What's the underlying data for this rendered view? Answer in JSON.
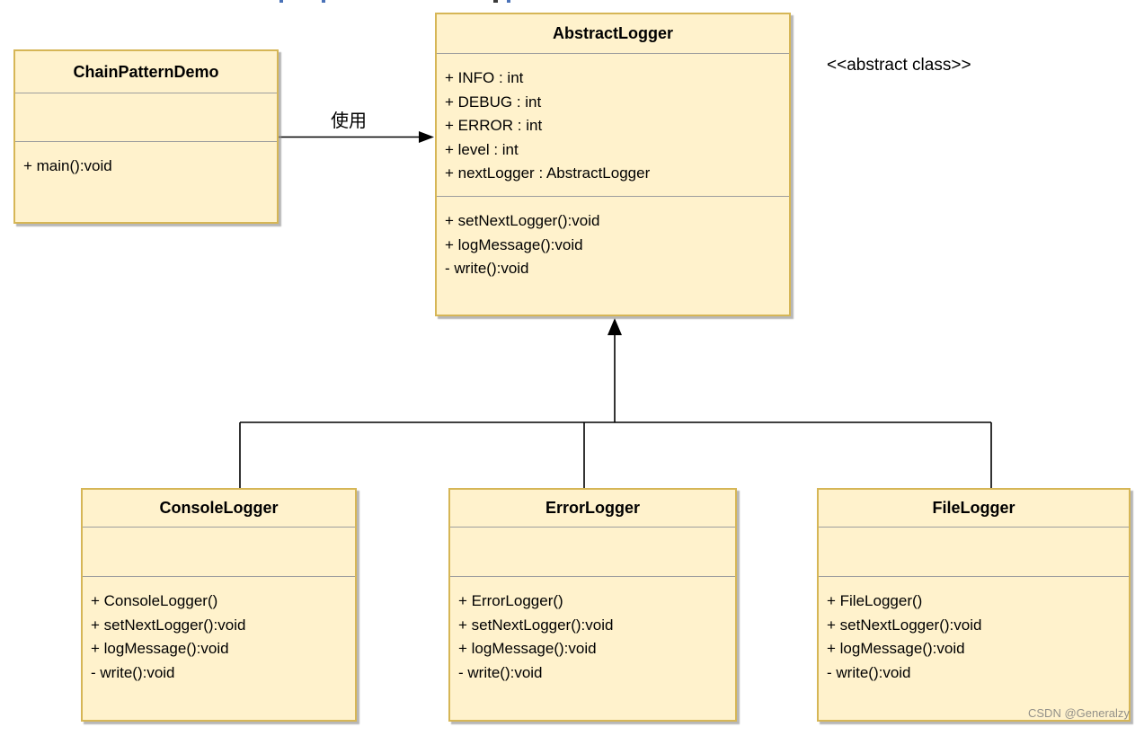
{
  "diagram": {
    "stereotype_note": "<<abstract class>>",
    "use_label": "使用",
    "watermark": "CSDN @Generalzy",
    "colors": {
      "box_fill": "#FFF2CC",
      "box_border": "#D6B656",
      "compartment_divider": "#9e9e9e",
      "connector_line": "#000000",
      "shadow": "#919191"
    },
    "classes": {
      "chainPatternDemo": {
        "name": "ChainPatternDemo",
        "attributes": [],
        "methods": [
          "+ main():void"
        ]
      },
      "abstractLogger": {
        "name": "AbstractLogger",
        "attributes": [
          "+ INFO : int",
          "+ DEBUG : int",
          "+ ERROR : int",
          "+ level : int",
          "+ nextLogger : AbstractLogger"
        ],
        "methods": [
          "+ setNextLogger():void",
          "+ logMessage():void",
          "- write():void"
        ]
      },
      "consoleLogger": {
        "name": "ConsoleLogger",
        "attributes": [],
        "methods": [
          "+ ConsoleLogger()",
          "+ setNextLogger():void",
          "+ logMessage():void",
          "- write():void"
        ]
      },
      "errorLogger": {
        "name": "ErrorLogger",
        "attributes": [],
        "methods": [
          "+ ErrorLogger()",
          "+ setNextLogger():void",
          "+ logMessage():void",
          "- write():void"
        ]
      },
      "fileLogger": {
        "name": "FileLogger",
        "attributes": [],
        "methods": [
          "+ FileLogger()",
          "+ setNextLogger():void",
          "+ logMessage():void",
          "- write():void"
        ]
      }
    },
    "relationships": [
      {
        "type": "association",
        "from": "ChainPatternDemo",
        "to": "AbstractLogger",
        "label": "使用"
      },
      {
        "type": "generalization",
        "from": "ConsoleLogger",
        "to": "AbstractLogger"
      },
      {
        "type": "generalization",
        "from": "ErrorLogger",
        "to": "AbstractLogger"
      },
      {
        "type": "generalization",
        "from": "FileLogger",
        "to": "AbstractLogger"
      }
    ]
  }
}
